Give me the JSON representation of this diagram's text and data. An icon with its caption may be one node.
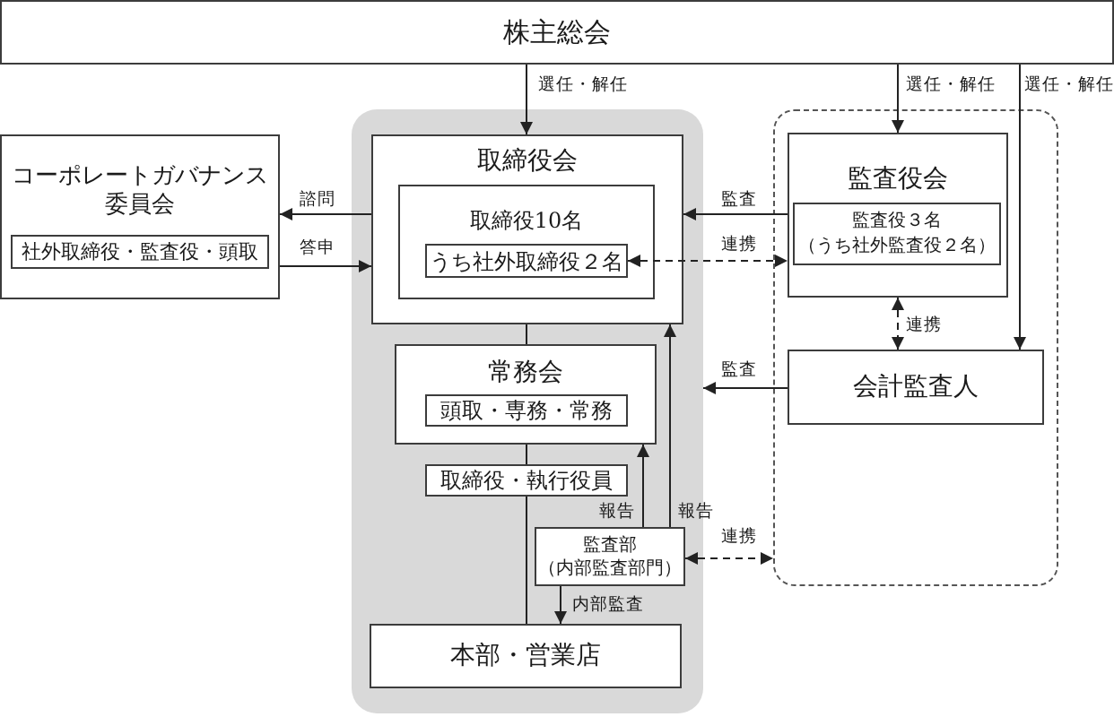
{
  "diagram": {
    "nodes": [
      {
        "text": [
          "株主総会"
        ]
      },
      {
        "text": [
          "コーポレートガバナンス委員会"
        ]
      },
      {
        "text": [
          "社外取締役・監査役・頭取"
        ],
        "in": 1
      },
      {
        "text": [],
        "shape": "box"
      },
      {
        "text": [
          "取締役会"
        ],
        "in": 3
      },
      {
        "text": [
          "取締役10名"
        ],
        "in": 4
      },
      {
        "text": [
          "うち社外取締役２名"
        ],
        "in": 5
      },
      {
        "text": [],
        "shape": "box"
      },
      {
        "text": [
          "監査役会"
        ],
        "in": 7
      },
      {
        "text": [
          "監査役３名（うち社外監査役２名）"
        ],
        "in": 8
      },
      {
        "text": [
          "常務会"
        ],
        "in": 3
      },
      {
        "text": [
          "頭取・専務・常務"
        ],
        "in": 10
      },
      {
        "text": [
          "会計監査人"
        ],
        "in": 7
      },
      {
        "text": [
          "取締役・執行役員"
        ],
        "in": 3
      },
      {
        "text": [
          "監査部（内部監査部門）"
        ],
        "in": 3
      },
      {
        "text": [
          "本部・営業店"
        ],
        "in": 3
      }
    ],
    "edges": [
      {
        "from": 0,
        "to": 4,
        "arrow": "to",
        "label": "選任・解任"
      },
      {
        "from": 0,
        "to": 8,
        "arrow": "to",
        "label": "選任・解任"
      },
      {
        "from": 0,
        "to": 12,
        "arrow": "to",
        "label": "選任・解任"
      },
      {
        "from": 4,
        "to": 1,
        "arrow": "to",
        "label": "諮問"
      },
      {
        "from": 1,
        "to": 4,
        "arrow": "to",
        "label": "答申"
      },
      {
        "from": 8,
        "to": 4,
        "arrow": "to",
        "label": "監査"
      },
      {
        "from": 6,
        "to": 8,
        "arrow": "both",
        "label": "連携",
        "style": "dashed"
      },
      {
        "from": 8,
        "to": 12,
        "arrow": "both",
        "label": "連携",
        "style": "dashed"
      },
      {
        "from": 12,
        "to": 3,
        "arrow": "to",
        "label": "監査"
      },
      {
        "from": 4,
        "to": 10,
        "arrow": "none"
      },
      {
        "from": 10,
        "to": 13,
        "arrow": "none"
      },
      {
        "from": 13,
        "to": 15,
        "arrow": "none"
      },
      {
        "from": 14,
        "to": 10,
        "arrow": "to",
        "label": "報告"
      },
      {
        "from": 14,
        "to": 4,
        "arrow": "to",
        "label": "報告"
      },
      {
        "from": 14,
        "to": 15,
        "arrow": "to",
        "label": "内部監査"
      },
      {
        "from": 14,
        "to": 7,
        "arrow": "both",
        "label": "連携",
        "style": "dashed"
      }
    ]
  }
}
